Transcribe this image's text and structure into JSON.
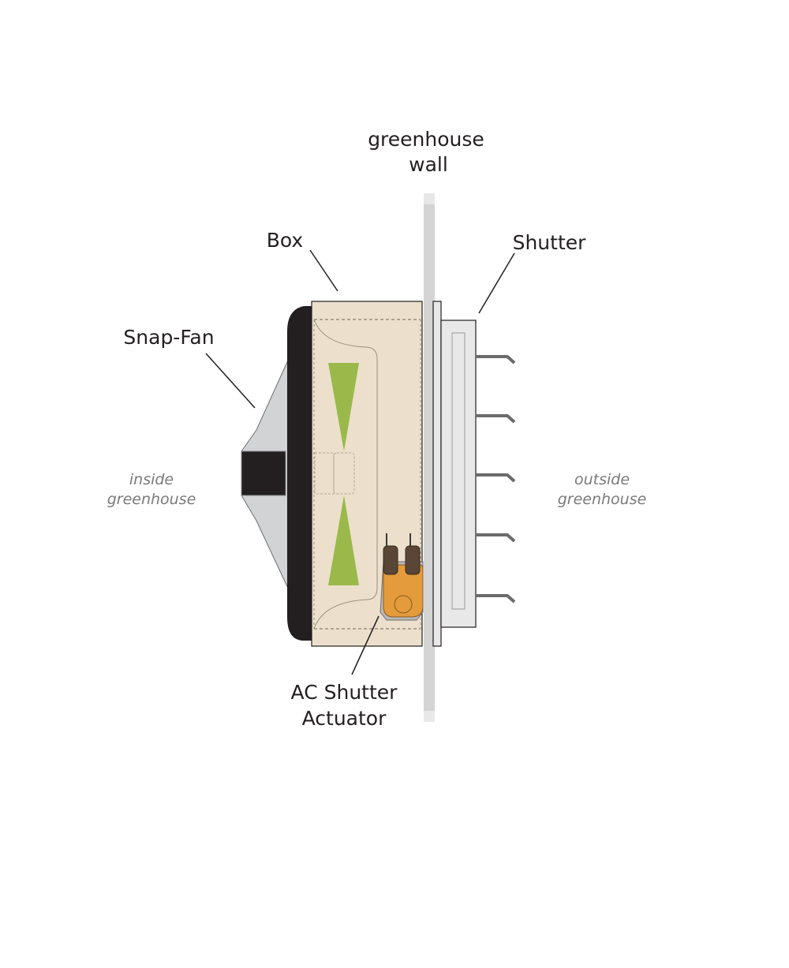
{
  "labels": {
    "wall_line1": "greenhouse",
    "wall_line2": "wall",
    "box": "Box",
    "shutter": "Shutter",
    "snap_fan": "Snap-Fan",
    "actuator_line1": "AC Shutter",
    "actuator_line2": "Actuator",
    "inside_line1": "inside",
    "inside_line2": "greenhouse",
    "outside_line1": "outside",
    "outside_line2": "greenhouse"
  },
  "colors": {
    "box_fill": "#ece0cc",
    "fan_housing": "#231f20",
    "fan_shroud": "#d2d3d5",
    "fan_blade": "#9ab94a",
    "wall": "#d4d4d4",
    "shutter_fill": "#e8e8e8",
    "louver": "#6b6b6b",
    "actuator_body": "#e39b3c",
    "actuator_terminal": "#5a4636"
  }
}
